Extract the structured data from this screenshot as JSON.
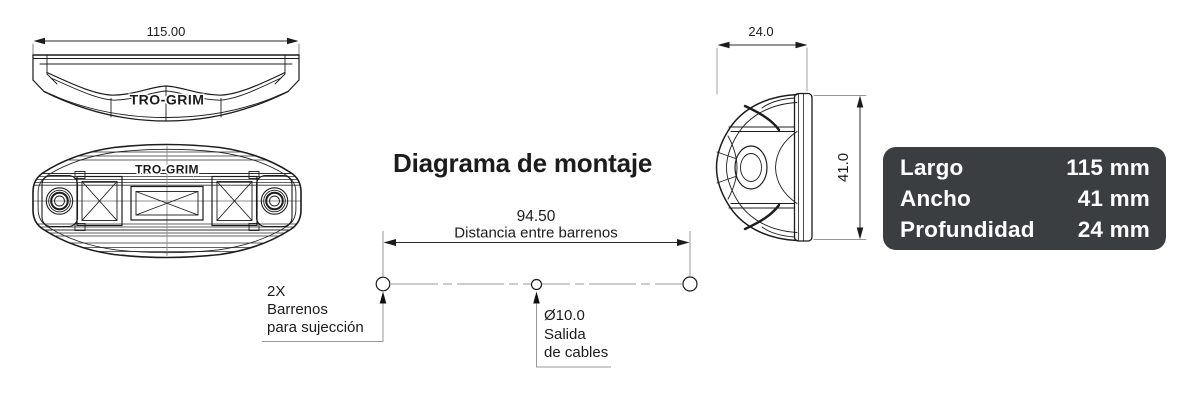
{
  "title": "Diagrama de montaje",
  "brand": "TRO-GRIM",
  "colors": {
    "line": "#1c1c1c",
    "thin_line": "#8f8f8f",
    "table_bg": "#3b3e40",
    "table_text": "#ffffff"
  },
  "top_view": {
    "length_dim": "115.00"
  },
  "side_view": {
    "depth_dim": "24.0",
    "height_dim": "41.0"
  },
  "mounting": {
    "distance_dim": "94.50",
    "distance_label": "Distancia entre barrenos",
    "holes_note": [
      "2X",
      "Barrenos",
      "para sujección"
    ],
    "cable_note": [
      "Ø10.0",
      "Salida",
      "de cables"
    ]
  },
  "spec_table": {
    "rows": [
      {
        "label": "Largo",
        "value": "115 mm"
      },
      {
        "label": "Ancho",
        "value": "41 mm"
      },
      {
        "label": "Profundidad",
        "value": "24 mm"
      }
    ]
  }
}
